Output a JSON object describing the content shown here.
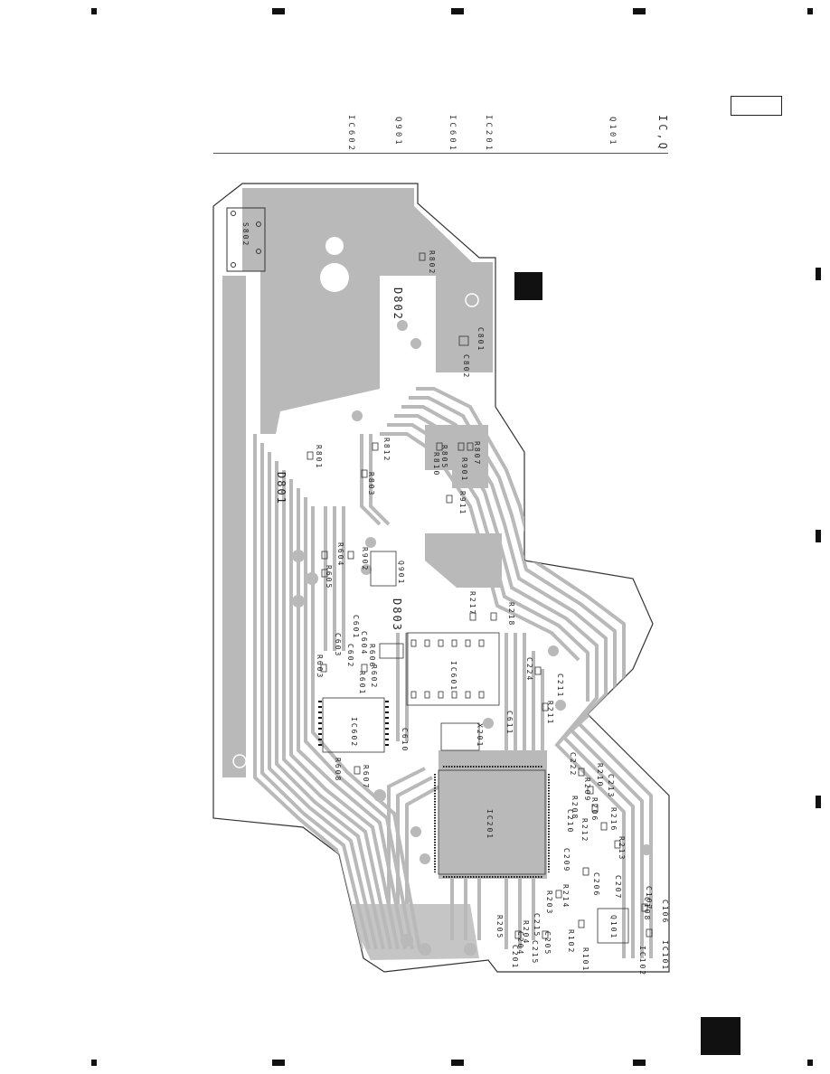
{
  "header": {
    "ic_list": [
      "IC602",
      "Q901",
      "IC601",
      "IC201",
      "Q101",
      "IC,Q"
    ]
  },
  "components": {
    "connector": "S802",
    "leds": [
      "D802",
      "D801",
      "D803"
    ],
    "resistors_top": [
      "R802",
      "R801",
      "R812",
      "R803",
      "R807",
      "R805",
      "R810",
      "R901",
      "R911"
    ],
    "capacitors_top": [
      "C801",
      "C802"
    ],
    "q901_area": [
      "R604",
      "R902",
      "R605",
      "Q901"
    ],
    "ic601_area": [
      "R217",
      "R218",
      "C603",
      "C604",
      "C601",
      "C602",
      "R606",
      "R603",
      "R602",
      "R601",
      "C224",
      "C211",
      "R211"
    ],
    "ic601": "IC601",
    "ic602_area": [
      "R607",
      "R608",
      "C610",
      "IC602"
    ],
    "x201": "X201",
    "ic201_area": [
      "C611",
      "C222",
      "R210",
      "C213",
      "R209",
      "R206",
      "R208",
      "C210",
      "R212",
      "C209",
      "R216",
      "R213",
      "R214",
      "C208",
      "C207",
      "C206",
      "R203",
      "R205",
      "R204",
      "C204",
      "C201",
      "C215",
      "C205"
    ],
    "ic201": "IC201",
    "q101_area": [
      "C106",
      "C107",
      "C108",
      "Q101",
      "R102",
      "R101",
      "IC101",
      "IC102"
    ]
  },
  "colors": {
    "copper": "#b9b9b9",
    "board_outline": "#333333",
    "background": "#ffffff"
  }
}
